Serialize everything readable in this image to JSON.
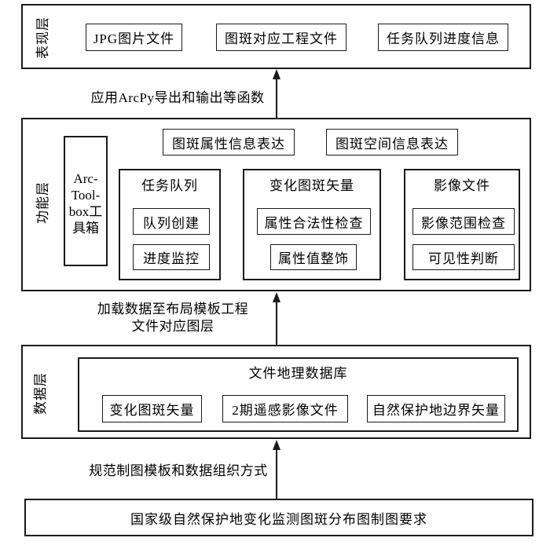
{
  "colors": {
    "line": "#1a1a1a",
    "background": "#ffffff",
    "text": "#000000"
  },
  "layers": {
    "presentation": {
      "label": "表现层",
      "items": [
        "JPG图片文件",
        "图斑对应工程文件",
        "任务队列进度信息"
      ]
    },
    "function": {
      "label": "功能层",
      "toolbox": {
        "lines": [
          "Arc-",
          "Tool-",
          "box工",
          "具箱"
        ]
      },
      "top_items": [
        "图斑属性信息表达",
        "图斑空间信息表达"
      ],
      "groups": [
        {
          "title": "任务队列",
          "items": [
            "队列创建",
            "进度监控"
          ]
        },
        {
          "title": "变化图斑矢量",
          "items": [
            "属性合法性检查",
            "属性值整饰"
          ]
        },
        {
          "title": "影像文件",
          "items": [
            "影像范围检查",
            "可见性判断"
          ]
        }
      ]
    },
    "data": {
      "label": "数据层",
      "geodatabase": {
        "title": "文件地理数据库",
        "items": [
          "变化图斑矢量",
          "2期遥感影像文件",
          "自然保护地边界矢量"
        ]
      }
    },
    "requirement": {
      "text": "国家级自然保护地变化监测图斑分布图制图要求"
    }
  },
  "arrows": [
    {
      "label": "应用ArcPy导出和输出等函数"
    },
    {
      "label_line1": "加载数据至布局模板工程",
      "label_line2": "文件对应图层"
    },
    {
      "label": "规范制图模板和数据组织方式"
    }
  ]
}
